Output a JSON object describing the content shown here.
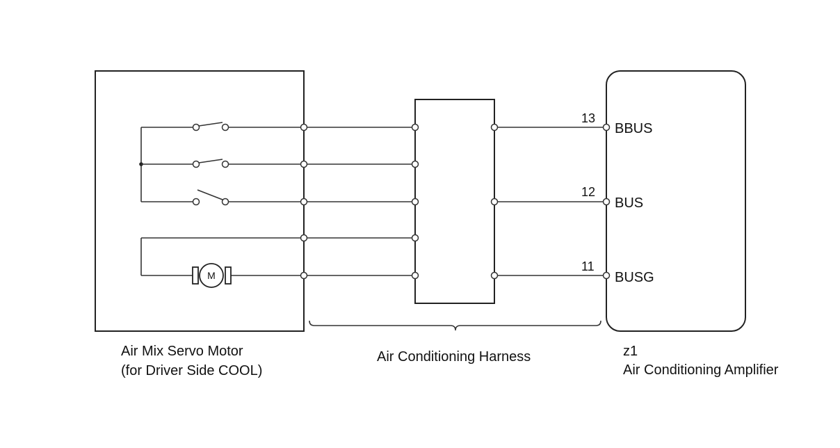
{
  "components": {
    "servo_motor": {
      "line1": "Air Mix Servo Motor",
      "line2": "(for Driver Side COOL)"
    },
    "harness": {
      "label": "Air Conditioning Harness"
    },
    "amplifier": {
      "code": "z1",
      "name": "Air Conditioning Amplifier"
    }
  },
  "motor_symbol": "M",
  "pins": [
    {
      "number": "13",
      "signal": "BBUS"
    },
    {
      "number": "12",
      "signal": "BUS"
    },
    {
      "number": "11",
      "signal": "BUSG"
    }
  ]
}
